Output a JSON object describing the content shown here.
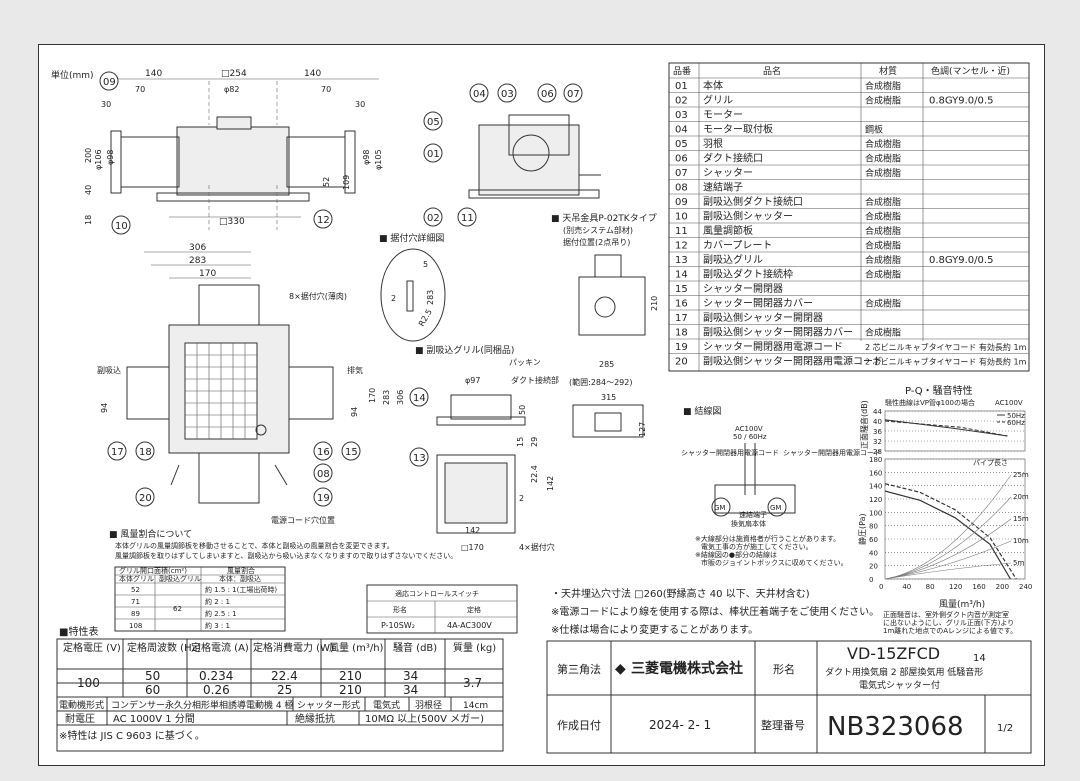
{
  "unit_label": "単位(mm)",
  "top_dims": {
    "d140a": "140",
    "d254": "□254",
    "d140b": "140",
    "d70a": "70",
    "d82": "φ82",
    "d70b": "70",
    "d30a": "30",
    "d30b": "30",
    "d330": "□330"
  },
  "side_dims": {
    "d200": "200",
    "d106": "φ106",
    "d98": "φ98",
    "d40": "40",
    "d18": "18",
    "d98r": "φ98",
    "d105": "φ105",
    "d52": "52",
    "d109": "109"
  },
  "plan_dims": {
    "d306": "306",
    "d283": "283",
    "d170": "170",
    "d94a": "94",
    "d94b": "94",
    "d170v": "170",
    "d283v": "283",
    "d306v": "306"
  },
  "plan_labels": {
    "inlet": "副吸込",
    "exhaust": "排気",
    "screw_holes": "8×据付穴(薄肉)",
    "power_cord_hole": "電源コード穴位置"
  },
  "detail_title": "■ 据付穴詳細図",
  "detail_dims": {
    "d5": "5",
    "d2": "2",
    "d283": "283",
    "r25": "R2.5"
  },
  "grille_title": "■ 副吸込グリル(同梱品)",
  "grille_labels": {
    "packing": "パッキン",
    "duct": "ダクト接続部",
    "d97": "φ97",
    "d50": "50",
    "d15": "15",
    "d29": "29",
    "d224": "22.4",
    "d142v": "142",
    "d142": "142",
    "d170": "□170",
    "d2": "2",
    "holes": "4×据付穴"
  },
  "hanger_title": "■ 天吊金具P-02TKタイプ",
  "hanger_lines": [
    "(別売システム部材)",
    "据付位置(2点吊り)"
  ],
  "hanger_dims": {
    "d210": "210",
    "d285": "285",
    "range": "(範囲:284～292)",
    "d315": "315",
    "d127": "127"
  },
  "wiring_title": "■ 結線図",
  "wiring": {
    "ac": "AC100V",
    "freq": "50 / 60Hz",
    "shutter_cord": "シャッター開閉器用電源コード",
    "sub_cord": "シャッター開閉器用電源コード",
    "gm": "GM",
    "terminal": "速結端子",
    "body": "換気扇本体",
    "note1": "※大線部分は施資格者が行うことがあります。",
    "note2": "電気工事の方が施工してください。",
    "note3": "※結線図の●部分の結線は",
    "note4": "市販のジョイントボックスに収めてください。"
  },
  "airflow_title": "■ 風量割合について",
  "airflow_notes": [
    "本体グリルの風量調節板を移動させることで、本体と副吸込の風量割合を変更できます。",
    "風量調節板を取りはずしてしまいますと、副吸込から吸い込まなくなりますので取りはずさないでください。"
  ],
  "airflow_table": {
    "head_left": "グリル開口面積(cm²)",
    "head_right": "風量割合",
    "col1": "本体グリル",
    "col2": "副吸込グリル",
    "col3": "本体：副吸込",
    "rows": [
      [
        "52",
        "",
        "約 1.5 : 1(工場出荷時)"
      ],
      [
        "71",
        "62",
        "約 2 : 1"
      ],
      [
        "89",
        "",
        "約 2.5 : 1"
      ],
      [
        "108",
        "",
        "約 3 : 1"
      ]
    ]
  },
  "switch_table": {
    "title": "適応コントロールスイッチ",
    "h1": "形名",
    "h2": "定格",
    "v1": "P-10SW₂",
    "v2": "4A-AC300V"
  },
  "spec_title": "■特性表",
  "spec_head": [
    "定格電圧\n(V)",
    "定格周波数\n(Hz)",
    "定格電流\n(A)",
    "定格消費電力\n(W)",
    "風量\n(m³/h)",
    "騒音\n(dB)",
    "質量\n(kg)"
  ],
  "spec_rows": [
    [
      "100",
      "50",
      "0.234",
      "22.4",
      "210",
      "34",
      "3.7"
    ],
    [
      "",
      "60",
      "0.26",
      "25",
      "210",
      "34",
      ""
    ]
  ],
  "spec_footer": {
    "motor_label": "電動機形式",
    "motor": "コンデンサー永久分相形単相誘導電動機 4 極",
    "shutter_label": "シャッター形式",
    "shutter": "電気式",
    "blade_label": "羽根径",
    "blade": "14cm",
    "withstand_label": "耐電圧",
    "withstand": "AC 1000V 1 分間",
    "insul_label": "絶縁抵抗",
    "insul": "10MΩ 以上(500V メガー)",
    "jis": "※特性は JIS C 9603 に基づく。"
  },
  "notes": [
    "・天井埋込穴寸法 □260(野縁高さ 40 以下、天井材含む)",
    "※電源コードにより線を使用する際は、棒状圧着端子をご使用ください。",
    "※仕様は場合により変更することがあります。"
  ],
  "parts_head": {
    "no": "品番",
    "name": "品名",
    "mat": "材質",
    "color": "色調(マンセル・近)"
  },
  "parts": [
    {
      "no": "01",
      "name": "本体",
      "mat": "合成樹脂",
      "color": ""
    },
    {
      "no": "02",
      "name": "グリル",
      "mat": "合成樹脂",
      "color": "0.8GY9.0/0.5"
    },
    {
      "no": "03",
      "name": "モーター",
      "mat": "",
      "color": ""
    },
    {
      "no": "04",
      "name": "モーター取付板",
      "mat": "鋼板",
      "color": ""
    },
    {
      "no": "05",
      "name": "羽根",
      "mat": "合成樹脂",
      "color": ""
    },
    {
      "no": "06",
      "name": "ダクト接続口",
      "mat": "合成樹脂",
      "color": ""
    },
    {
      "no": "07",
      "name": "シャッター",
      "mat": "合成樹脂",
      "color": ""
    },
    {
      "no": "08",
      "name": "速結端子",
      "mat": "",
      "color": ""
    },
    {
      "no": "09",
      "name": "副吸込側ダクト接続口",
      "mat": "合成樹脂",
      "color": ""
    },
    {
      "no": "10",
      "name": "副吸込側シャッター",
      "mat": "合成樹脂",
      "color": ""
    },
    {
      "no": "11",
      "name": "風量調節板",
      "mat": "合成樹脂",
      "color": ""
    },
    {
      "no": "12",
      "name": "カバープレート",
      "mat": "合成樹脂",
      "color": ""
    },
    {
      "no": "13",
      "name": "副吸込グリル",
      "mat": "合成樹脂",
      "color": "0.8GY9.0/0.5"
    },
    {
      "no": "14",
      "name": "副吸込ダクト接続枠",
      "mat": "合成樹脂",
      "color": ""
    },
    {
      "no": "15",
      "name": "シャッター開閉器",
      "mat": "",
      "color": ""
    },
    {
      "no": "16",
      "name": "シャッター開閉器カバー",
      "mat": "合成樹脂",
      "color": ""
    },
    {
      "no": "17",
      "name": "副吸込側シャッター開閉器",
      "mat": "",
      "color": ""
    },
    {
      "no": "18",
      "name": "副吸込側シャッター開閉器カバー",
      "mat": "合成樹脂",
      "color": ""
    },
    {
      "no": "19",
      "name": "シャッター開閉器用電源コード",
      "mat": "2 芯ビニルキャブタイヤコード 有効長約 1m",
      "color": ""
    },
    {
      "no": "20",
      "name": "副吸込側シャッター開閉器用電源コード",
      "mat": "2 芯ビニルキャブタイヤコード 有効長約 1m",
      "color": ""
    }
  ],
  "chart_data": {
    "type": "line",
    "title": "P-Q・騒音特性",
    "subtitle": "騒性曲線はVP管φ100の場合",
    "ac": "AC100V",
    "legend": [
      "50Hz",
      "60Hz"
    ],
    "noise": {
      "ylabel": "正面騒音(dB)",
      "yticks": [
        "44",
        "40",
        "36",
        "32",
        "28"
      ],
      "ylim": [
        28,
        44
      ],
      "series": [
        {
          "name": "50Hz",
          "x": [
            0,
            120,
            210
          ],
          "y": [
            40.5,
            37,
            34
          ]
        },
        {
          "name": "60Hz",
          "x": [
            0,
            130,
            210
          ],
          "y": [
            40,
            37.5,
            34
          ]
        }
      ]
    },
    "pq": {
      "ylabel": "静圧(Pa)",
      "xlabel": "風量(m³/h)",
      "yticks": [
        "180",
        "160",
        "140",
        "120",
        "100",
        "80",
        "60",
        "40",
        "20",
        "0"
      ],
      "xticks": [
        "0",
        "40",
        "80",
        "120",
        "160",
        "200",
        "240"
      ],
      "xlim": [
        0,
        240
      ],
      "ylim": [
        0,
        180
      ],
      "series": [
        {
          "name": "50Hz",
          "x": [
            0,
            60,
            120,
            180,
            215
          ],
          "y": [
            132,
            118,
            92,
            52,
            0
          ]
        },
        {
          "name": "60Hz",
          "x": [
            0,
            60,
            120,
            180,
            225
          ],
          "y": [
            143,
            130,
            104,
            62,
            0
          ]
        }
      ],
      "duct_label": "パイプ長さ",
      "duct_lengths": [
        "25m",
        "20m",
        "15m",
        "10m",
        "5m"
      ]
    },
    "footnote": [
      "正面騒音は、室外側ダクト内音が測定室",
      "に出ないようにし、グリル正面(下方)より",
      "1m離れた地点でのAレンジによる値です。"
    ]
  },
  "title_block": {
    "angle_label": "第三角法",
    "company": "三菱電機株式会社",
    "model_label": "形名",
    "model": "VD-15ZFCD",
    "model_sub": "14",
    "desc1": "ダクト用換気扇 2 部屋換気用 低騒音形",
    "desc2": "電気式シャッター付",
    "date_label": "作成日付",
    "date": "2024- 2- 1",
    "num_label": "整理番号",
    "num": "NB323068",
    "page": "1/2"
  },
  "callouts": [
    "01",
    "02",
    "04",
    "03",
    "06",
    "07",
    "05",
    "09",
    "10",
    "11",
    "12",
    "13",
    "14",
    "15",
    "16",
    "17",
    "18",
    "19",
    "20",
    "08"
  ]
}
